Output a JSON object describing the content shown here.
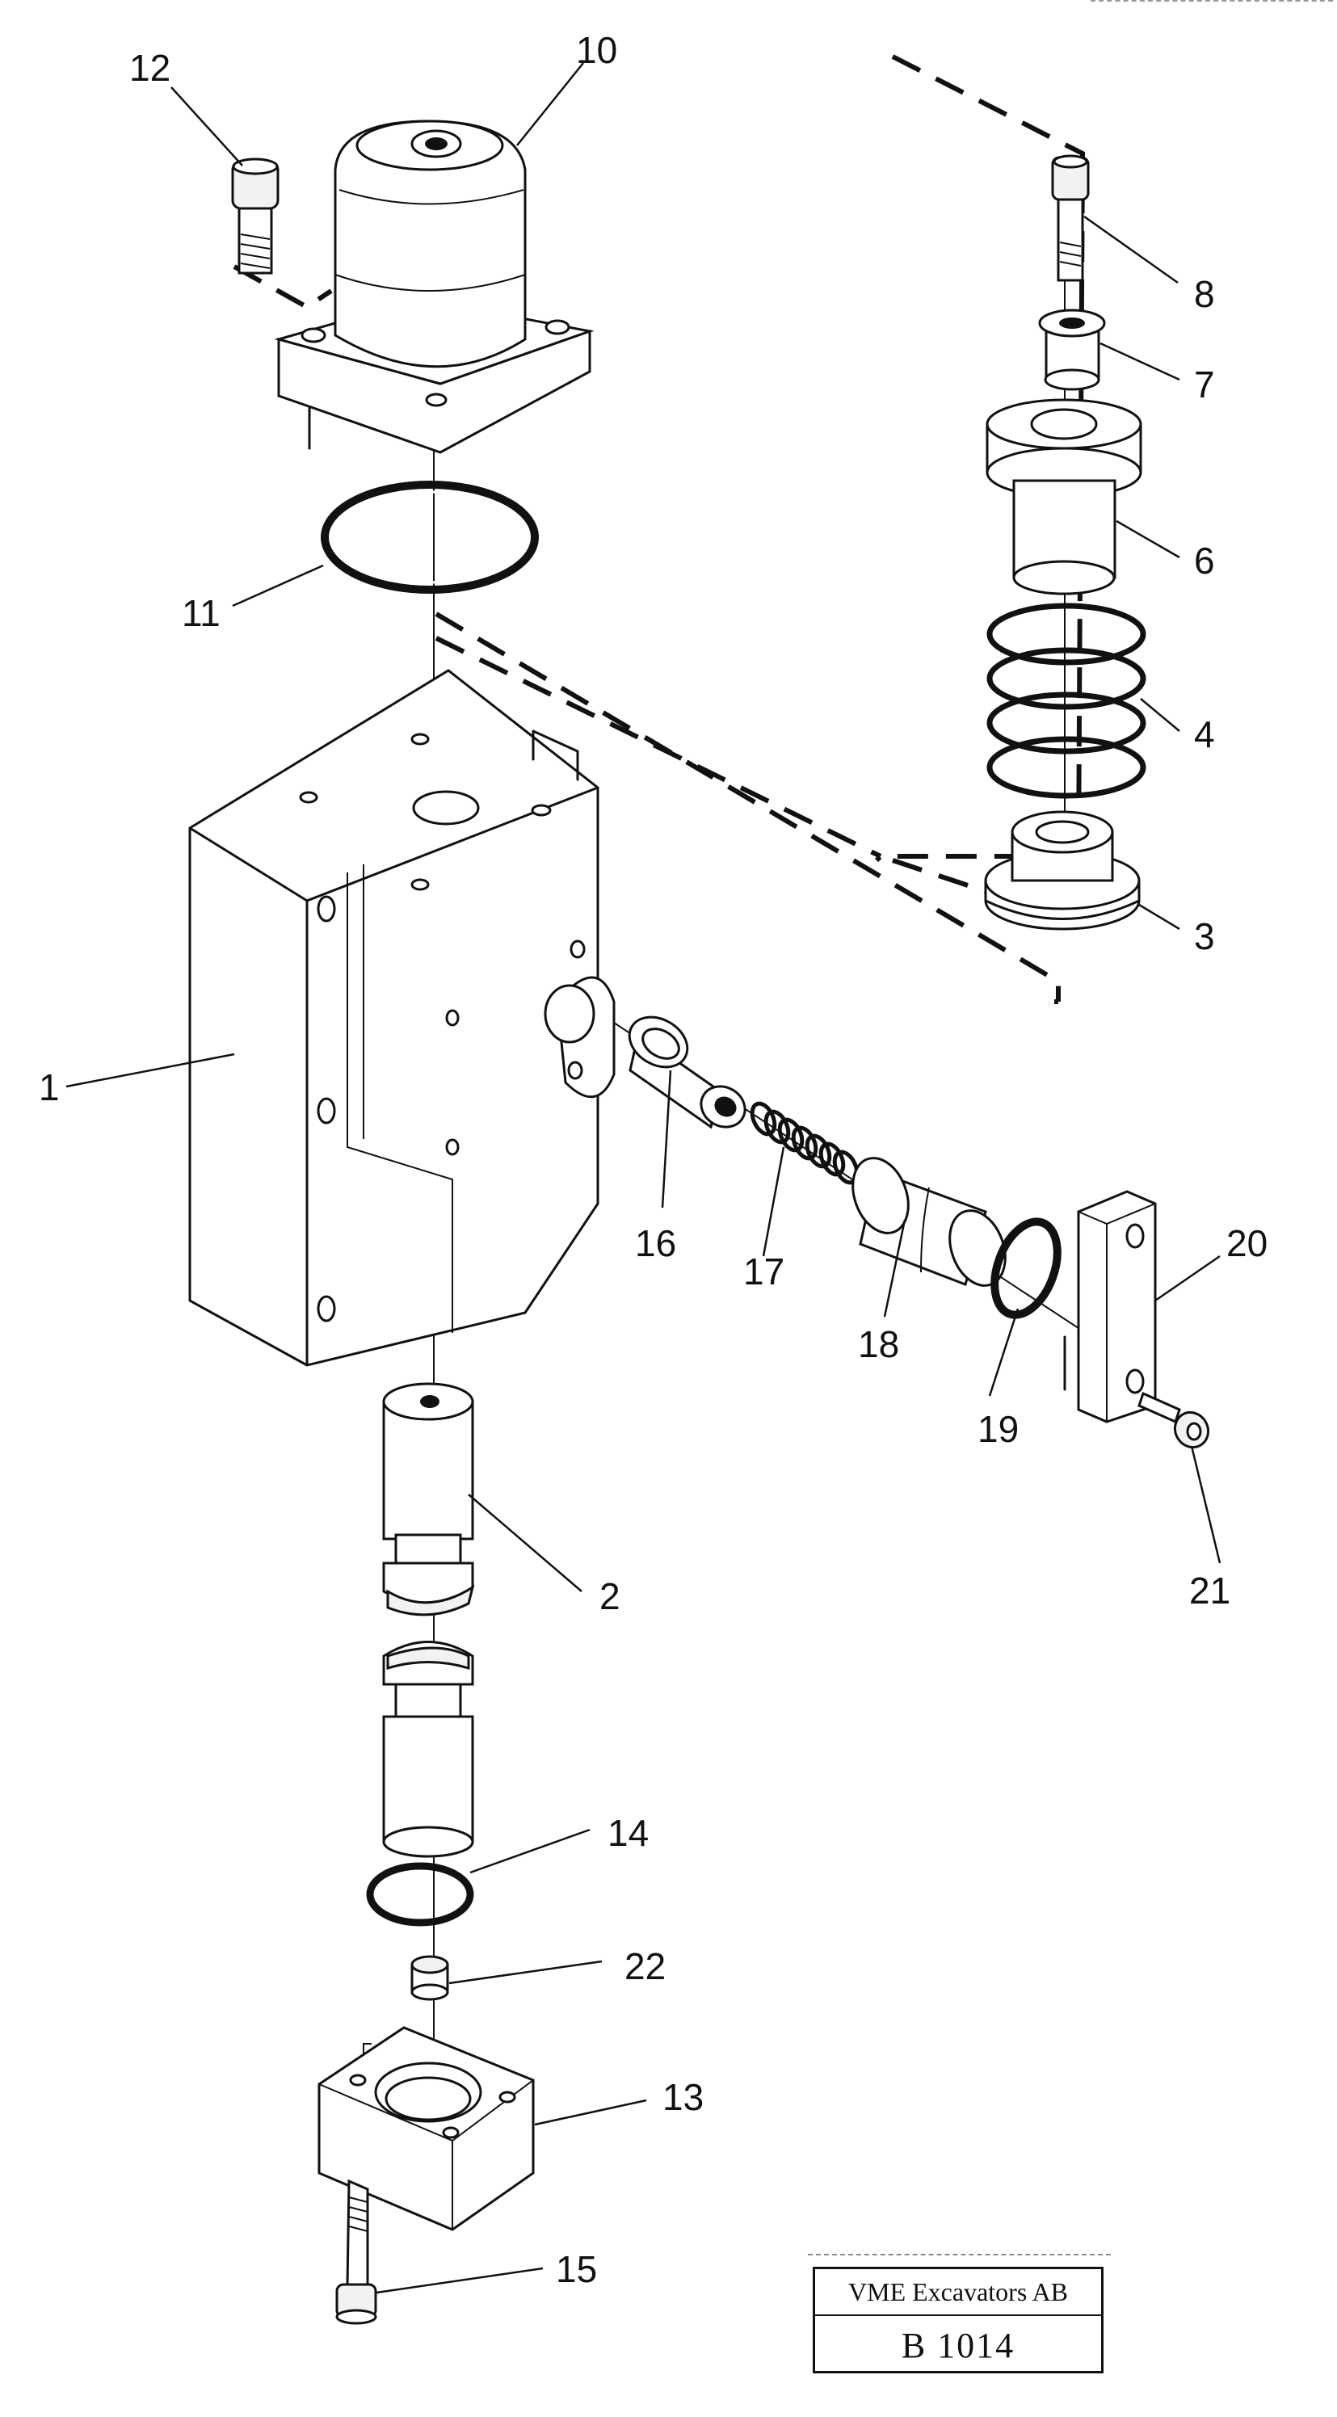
{
  "title_block": {
    "company": "VME Excavators AB",
    "drawing_code": "B 1014"
  },
  "callouts": {
    "c1": "1",
    "c2": "2",
    "c3": "3",
    "c4": "4",
    "c5_absent": null,
    "c6": "6",
    "c7": "7",
    "c8": "8",
    "c10": "10",
    "c11": "11",
    "c12": "12",
    "c13": "13",
    "c14": "14",
    "c15": "15",
    "c16": "16",
    "c17": "17",
    "c18": "18",
    "c19": "19",
    "c20": "20",
    "c21": "21",
    "c22": "22"
  }
}
